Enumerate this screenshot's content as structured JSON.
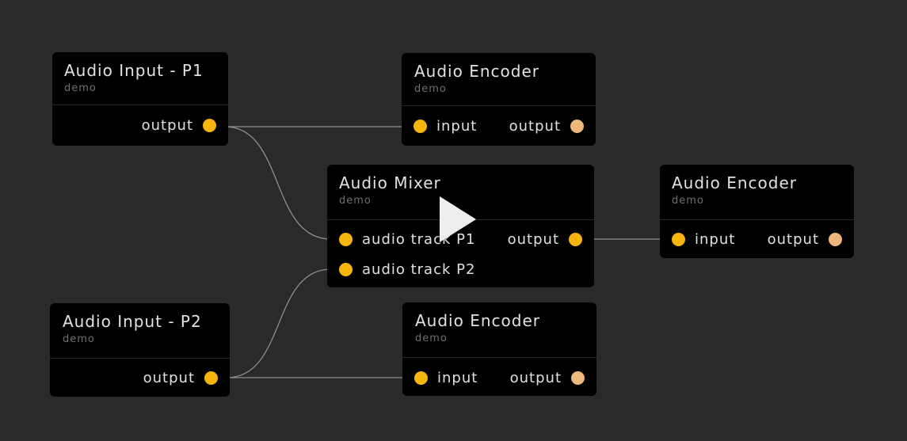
{
  "colors": {
    "background": "#2a2a2a",
    "node": "#000000",
    "port_primary": "#f6b50d",
    "port_secondary": "#eeb87c",
    "wire": "#8e8e8e"
  },
  "nodes": {
    "input_p1": {
      "title": "Audio Input - P1",
      "subtitle": "demo",
      "outputs": [
        "output"
      ]
    },
    "encoder_top": {
      "title": "Audio Encoder",
      "subtitle": "demo",
      "inputs": [
        "input"
      ],
      "outputs": [
        "output"
      ]
    },
    "mixer": {
      "title": "Audio Mixer",
      "subtitle": "demo",
      "inputs": [
        "audio track P1",
        "audio track P2"
      ],
      "outputs": [
        "output"
      ]
    },
    "encoder_right": {
      "title": "Audio Encoder",
      "subtitle": "demo",
      "inputs": [
        "input"
      ],
      "outputs": [
        "output"
      ]
    },
    "input_p2": {
      "title": "Audio Input - P2",
      "subtitle": "demo",
      "outputs": [
        "output"
      ]
    },
    "encoder_bottom": {
      "title": "Audio Encoder",
      "subtitle": "demo",
      "inputs": [
        "input"
      ],
      "outputs": [
        "output"
      ]
    }
  },
  "player": {
    "icon": "play-icon"
  }
}
